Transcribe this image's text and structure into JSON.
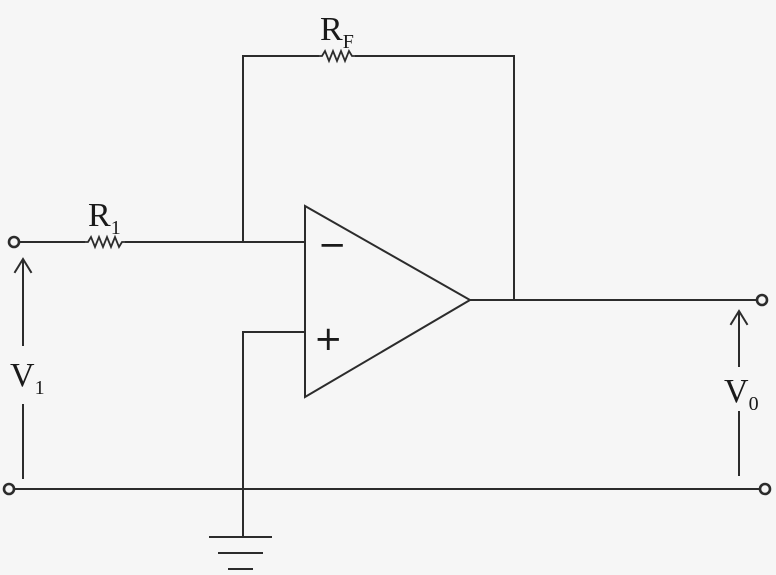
{
  "labels": {
    "rf_main": "R",
    "rf_sub": "F",
    "r1_main": "R",
    "r1_sub": "1",
    "v1_main": "V",
    "v1_sub": "1",
    "v0_main": "V",
    "v0_sub": "0",
    "inverting_sign": "−",
    "noninverting_sign": "+"
  },
  "colors": {
    "background": "#f6f6f6",
    "stroke": "#2c2c2c"
  }
}
